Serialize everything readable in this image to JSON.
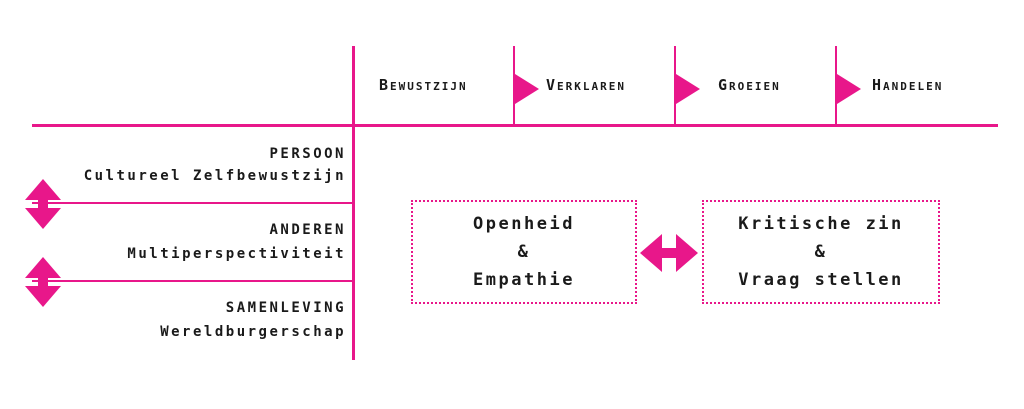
{
  "colors": {
    "accent": "#e8178a"
  },
  "columns": [
    {
      "label": "Bewustzijn"
    },
    {
      "label": "Verklaren"
    },
    {
      "label": "Groeien"
    },
    {
      "label": "Handelen"
    }
  ],
  "rows": [
    {
      "title": "PERSOON",
      "subtitle": "Cultureel Zelfbewustzijn"
    },
    {
      "title": "ANDEREN",
      "subtitle": "Multiperspectiviteit"
    },
    {
      "title": "SAMENLEVING",
      "subtitle": "Wereldburgerschap"
    }
  ],
  "boxes": [
    {
      "line1": "Openheid",
      "line2": "&",
      "line3": "Empathie"
    },
    {
      "line1": "Kritische zin",
      "line2": "&",
      "line3": "Vraag stellen"
    }
  ],
  "icons": {
    "column_arrow": "arrow-right-icon",
    "row_arrow": "arrow-up-down-icon",
    "box_arrow": "arrow-left-right-icon"
  }
}
